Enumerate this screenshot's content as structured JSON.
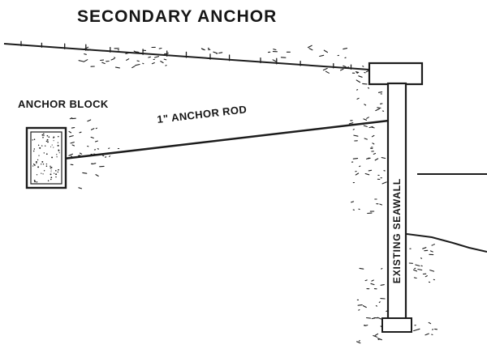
{
  "title": "SECONDARY ANCHOR",
  "labels": {
    "anchor_block": "ANCHOR BLOCK",
    "anchor_rod": "1\" ANCHOR ROD",
    "seawall": "EXISTING SEAWALL"
  },
  "colors": {
    "ink": "#1c1c1c",
    "background": "#ffffff"
  }
}
